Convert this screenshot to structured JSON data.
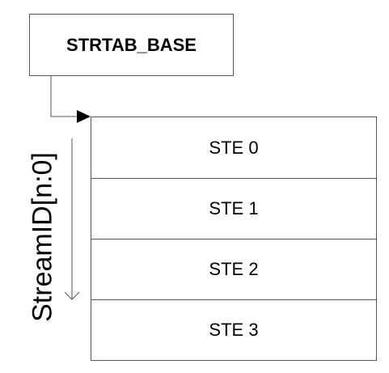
{
  "base": {
    "label": "STRTAB_BASE"
  },
  "axis": {
    "label": "StreamID[n:0]"
  },
  "entries": [
    {
      "label": "STE 0"
    },
    {
      "label": "STE 1"
    },
    {
      "label": "STE 2"
    },
    {
      "label": "STE 3"
    }
  ],
  "colors": {
    "line": "#555555",
    "text": "#000000",
    "background": "#ffffff"
  }
}
